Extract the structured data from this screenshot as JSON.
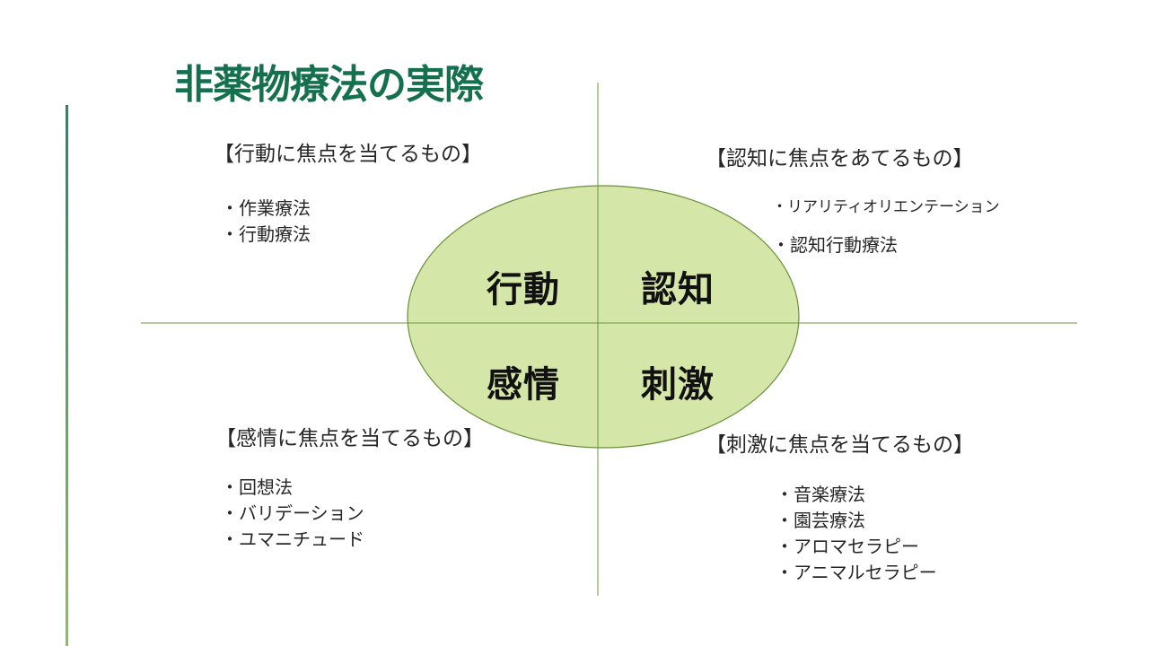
{
  "slide": {
    "title": "非薬物療法の実際",
    "colors": {
      "title": "#14704f",
      "ellipse_fill": "#d4e6a8",
      "ellipse_stroke": "#6a8f3a",
      "axis": "#6a9a3c",
      "accent_rule_top": "#1f8a6a",
      "accent_rule_bottom": "#8cc152"
    }
  },
  "center_words": {
    "top_left": "行動",
    "top_right": "認知",
    "bottom_left": "感情",
    "bottom_right": "刺激"
  },
  "quadrants": {
    "behavior": {
      "heading": "【行動に焦点を当てるもの】",
      "items": [
        "・作業療法",
        "・行動療法"
      ]
    },
    "cognition": {
      "heading": "【認知に焦点をあてるもの】",
      "items": [
        "・リアリティオリエンテーション",
        "・認知行動療法"
      ]
    },
    "emotion": {
      "heading": "【感情に焦点を当てるもの】",
      "items": [
        "・回想法",
        "・バリデーション",
        "・ユマニチュード"
      ]
    },
    "stimulus": {
      "heading": "【刺激に焦点を当てるもの】",
      "items": [
        "・音楽療法",
        "・園芸療法",
        "・アロマセラピー",
        "・アニマルセラピー"
      ]
    }
  }
}
